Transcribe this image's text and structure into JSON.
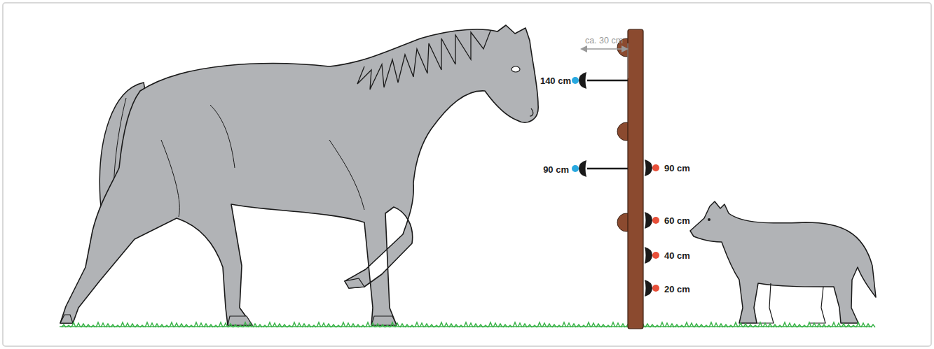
{
  "diagram": {
    "labels": [
      "ca. 30 cm",
      "140 cm",
      "90 cm",
      "90 cm",
      "60 cm",
      "40 cm",
      "20 cm"
    ]
  }
}
